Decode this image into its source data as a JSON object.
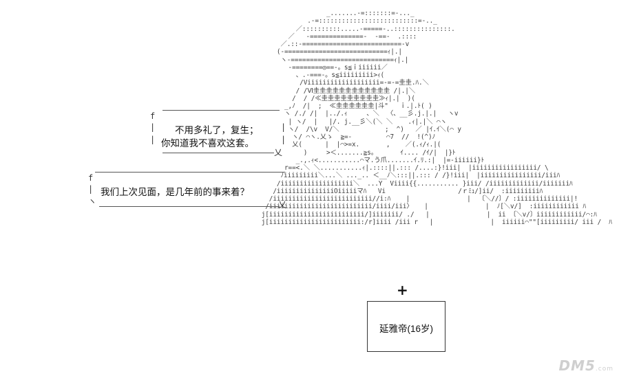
{
  "bubble_top": {
    "line1": "不用多礼了，复生；",
    "line2": "你知道我不喜欢这套。"
  },
  "bubble_bottom": {
    "line1": "我们上次见面，是几年前的事来着？"
  },
  "name_label": "延雅帝(16岁)",
  "watermark": "DM5",
  "watermark_suffix": ".com"
}
